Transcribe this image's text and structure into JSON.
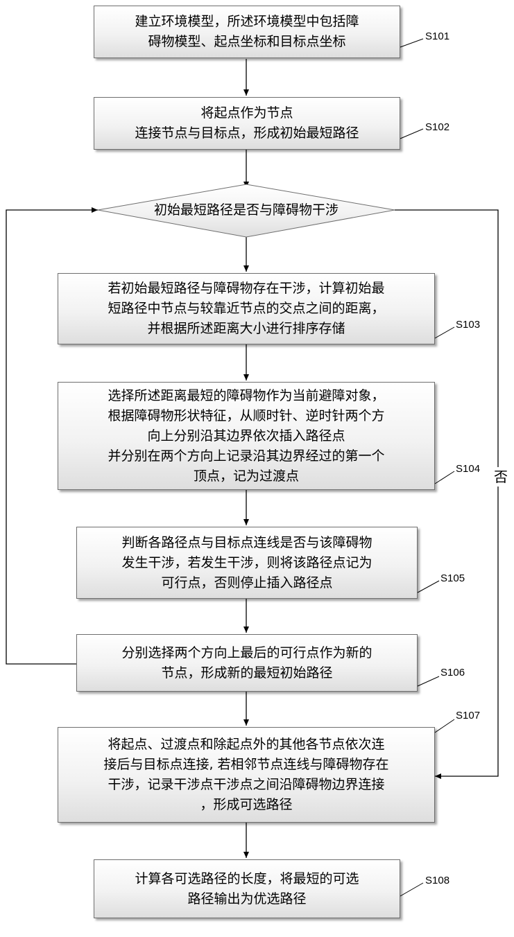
{
  "steps": {
    "s101": {
      "lines": [
        "建立环境模型，所述环境模型中包括障",
        "碍物模型、起点坐标和目标点坐标"
      ],
      "label": "S101"
    },
    "s102": {
      "lines": [
        "将起点作为节点",
        "连接节点与目标点，形成初始最短路径"
      ],
      "label": "S102"
    },
    "decision": {
      "text": "初始最短路径是否与障碍物干涉",
      "no_label": "否"
    },
    "s103": {
      "lines": [
        "若初始最短路径与障碍物存在干涉，计算初始最",
        "短路径中节点与较靠近节点的交点之间的距离，",
        "并根据所述距离大小进行排序存储"
      ],
      "label": "S103"
    },
    "s104": {
      "lines": [
        "选择所述距离最短的障碍物作为当前避障对象，",
        "根据障碍物形状特征，从顺时针、逆时针两个方",
        "向上分别沿其边界依次插入路径点",
        "并分别在两个方向上记录沿其边界经过的第一个",
        "顶点，记为过渡点"
      ],
      "label": "S104"
    },
    "s105": {
      "lines": [
        "判断各路径点与目标点连线是否与该障碍物",
        "发生干涉，若发生干涉，则将该路径点记为",
        "可行点，否则停止插入路径点"
      ],
      "label": "S105"
    },
    "s106": {
      "lines": [
        "分别选择两个方向上最后的可行点作为新的",
        "节点，形成新的最短初始路径"
      ],
      "label": "S106"
    },
    "s107": {
      "lines": [
        "将起点、过渡点和除起点外的其他各节点依次连",
        "接后与目标点连接, 若相邻节点连线与障碍物存在",
        "干涉，记录干涉点干涉点之间沿障碍物边界连接",
        "，形成可选路径"
      ],
      "label": "S107"
    },
    "s108": {
      "lines": [
        "计算各可选路径的长度，将最短的可选",
        "路径输出为优选路径"
      ],
      "label": "S108"
    }
  }
}
